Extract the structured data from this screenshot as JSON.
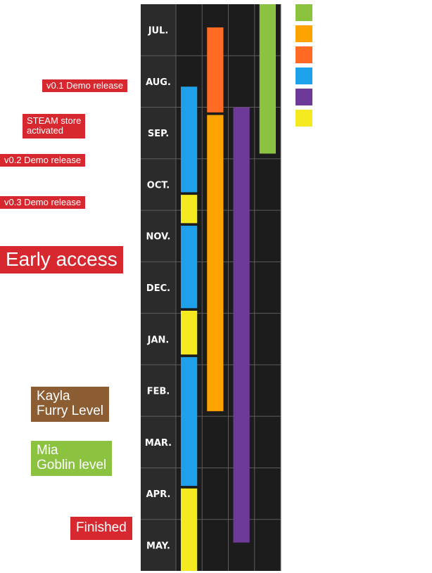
{
  "chart_data": {
    "type": "gantt",
    "months": [
      "JUL.",
      "AUG.",
      "SEP.",
      "OCT.",
      "NOV.",
      "DEC.",
      "JAN.",
      "FEB.",
      "MAR.",
      "APR.",
      "MAY."
    ],
    "columns": 4,
    "tasks": [
      {
        "column": 0,
        "start": 1.6,
        "end": 3.65,
        "color": "#1ea0ea"
      },
      {
        "column": 0,
        "start": 3.7,
        "end": 4.25,
        "color": "#f5ea1f"
      },
      {
        "column": 0,
        "start": 4.3,
        "end": 5.9,
        "color": "#1ea0ea"
      },
      {
        "column": 0,
        "start": 5.95,
        "end": 6.8,
        "color": "#f5ea1f"
      },
      {
        "column": 0,
        "start": 6.85,
        "end": 9.35,
        "color": "#1ea0ea"
      },
      {
        "column": 0,
        "start": 9.4,
        "end": 11.0,
        "color": "#f5ea1f"
      },
      {
        "column": 1,
        "start": 0.45,
        "end": 2.1,
        "color": "#ff6a24"
      },
      {
        "column": 1,
        "start": 2.15,
        "end": 7.9,
        "color": "#ffa300"
      },
      {
        "column": 2,
        "start": 2.0,
        "end": 10.45,
        "color": "#6d3a98"
      },
      {
        "column": 3,
        "start": 0.0,
        "end": 2.9,
        "color": "#8bc240"
      }
    ],
    "legend": [
      "#8bc240",
      "#ffa300",
      "#ff6a24",
      "#1ea0ea",
      "#6d3a98",
      "#f5ea1f"
    ],
    "milestones": [
      {
        "lines": [
          "v0.1 Demo release"
        ],
        "color": "#d7282f",
        "size": "small"
      },
      {
        "lines": [
          "STEAM store",
          "activated"
        ],
        "color": "#d7282f",
        "size": "small"
      },
      {
        "lines": [
          "v0.2 Demo release"
        ],
        "color": "#d7282f",
        "size": "small"
      },
      {
        "lines": [
          "v0.3 Demo release"
        ],
        "color": "#d7282f",
        "size": "small"
      },
      {
        "lines": [
          "Early access"
        ],
        "color": "#d7282f",
        "size": "large"
      },
      {
        "lines": [
          "Kayla",
          "Furry Level"
        ],
        "color": "#8c5d33",
        "size": "medium"
      },
      {
        "lines": [
          "Mia",
          "Goblin level"
        ],
        "color": "#8bc240",
        "size": "medium"
      },
      {
        "lines": [
          "Finished"
        ],
        "color": "#d7282f",
        "size": "medium"
      }
    ]
  }
}
